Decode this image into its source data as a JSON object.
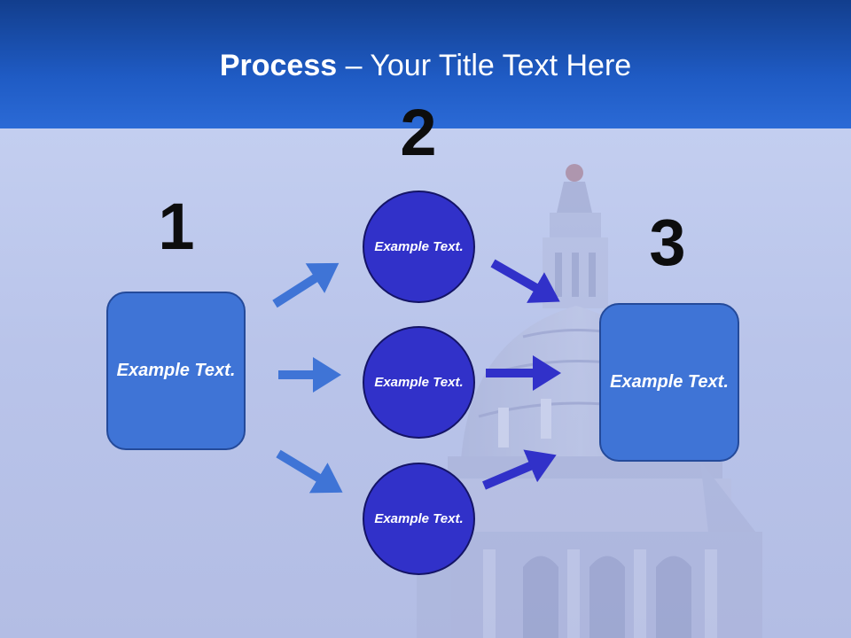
{
  "title": {
    "bold": "Process",
    "rest": " – Your Title Text Here"
  },
  "steps": [
    {
      "number": "1",
      "text": "Example Text."
    },
    {
      "number": "2",
      "text": "Example Text."
    },
    {
      "number": "3",
      "text": "Example Text."
    }
  ],
  "middle_nodes": [
    {
      "text": "Example Text."
    },
    {
      "text": "Example Text."
    },
    {
      "text": "Example Text."
    }
  ],
  "colors": {
    "header": "#1f5bc4",
    "box_fill": "#3f74d6",
    "circle_fill": "#3131c9",
    "arrow_light": "#3f74d6",
    "arrow_dark": "#3131c9"
  }
}
